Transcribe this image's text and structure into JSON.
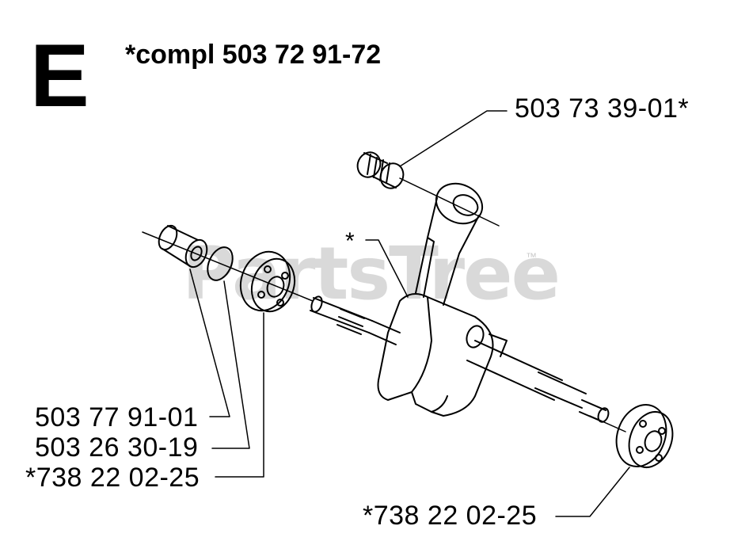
{
  "section_letter": "E",
  "assembly_label": "*compl 503 72 91-72",
  "crankshaft_marker": "*",
  "watermark": {
    "text": "PartsTree",
    "trademark": "™"
  },
  "parts": [
    {
      "id": "needle-bearing",
      "number": "503 73 39-01*"
    },
    {
      "id": "bearing-sleeve",
      "number": "503 77 91-01"
    },
    {
      "id": "circlip",
      "number": "503 26 30-19"
    },
    {
      "id": "ball-bearing-left",
      "number": "*738 22 02-25"
    },
    {
      "id": "ball-bearing-right",
      "number": "*738 22 02-25"
    }
  ]
}
